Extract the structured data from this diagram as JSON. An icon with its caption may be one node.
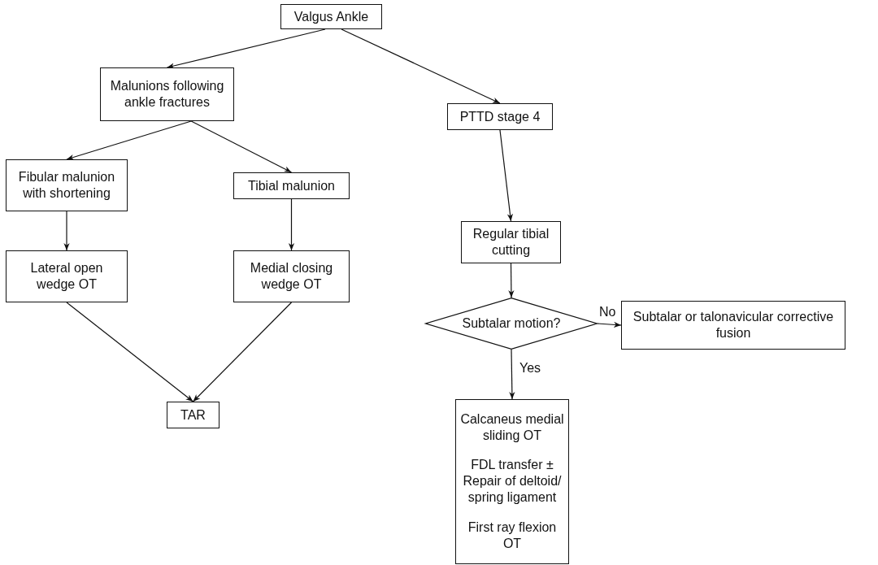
{
  "diagram": {
    "nodes": [
      {
        "text": [
          "Valgus Ankle"
        ]
      },
      {
        "text": [
          "Malunions following ankle fractures"
        ]
      },
      {
        "text": [
          "PTTD stage 4"
        ]
      },
      {
        "text": [
          "Fibular malunion with shortening"
        ]
      },
      {
        "text": [
          "Tibial malunion"
        ]
      },
      {
        "text": [
          "Regular tibial cutting"
        ]
      },
      {
        "text": [
          "Lateral open wedge OT"
        ]
      },
      {
        "text": [
          "Medial closing wedge OT"
        ]
      },
      {
        "text": [
          "Subtalar motion?"
        ]
      },
      {
        "text": [
          "Subtalar or talonavicular corrective fusion"
        ]
      },
      {
        "text": [
          "Calcaneus medial sliding OT",
          "FDL transfer ± Repair of deltoid/ spring ligament",
          "First ray flexion OT"
        ]
      },
      {
        "text": [
          "TAR"
        ]
      }
    ],
    "edges": [
      {
        "from": 0,
        "to": 1,
        "arrow": "to"
      },
      {
        "from": 0,
        "to": 2,
        "arrow": "to"
      },
      {
        "from": 1,
        "to": 3,
        "arrow": "to"
      },
      {
        "from": 1,
        "to": 4,
        "arrow": "to"
      },
      {
        "from": 3,
        "to": 6,
        "arrow": "to"
      },
      {
        "from": 4,
        "to": 7,
        "arrow": "to"
      },
      {
        "from": 6,
        "to": 11,
        "arrow": "to"
      },
      {
        "from": 7,
        "to": 11,
        "arrow": "to"
      },
      {
        "from": 2,
        "to": 5,
        "arrow": "to"
      },
      {
        "from": 5,
        "to": 8,
        "arrow": "to"
      },
      {
        "from": 8,
        "to": 9,
        "arrow": "to",
        "label": "No"
      },
      {
        "from": 8,
        "to": 10,
        "arrow": "to",
        "label": "Yes"
      }
    ]
  }
}
